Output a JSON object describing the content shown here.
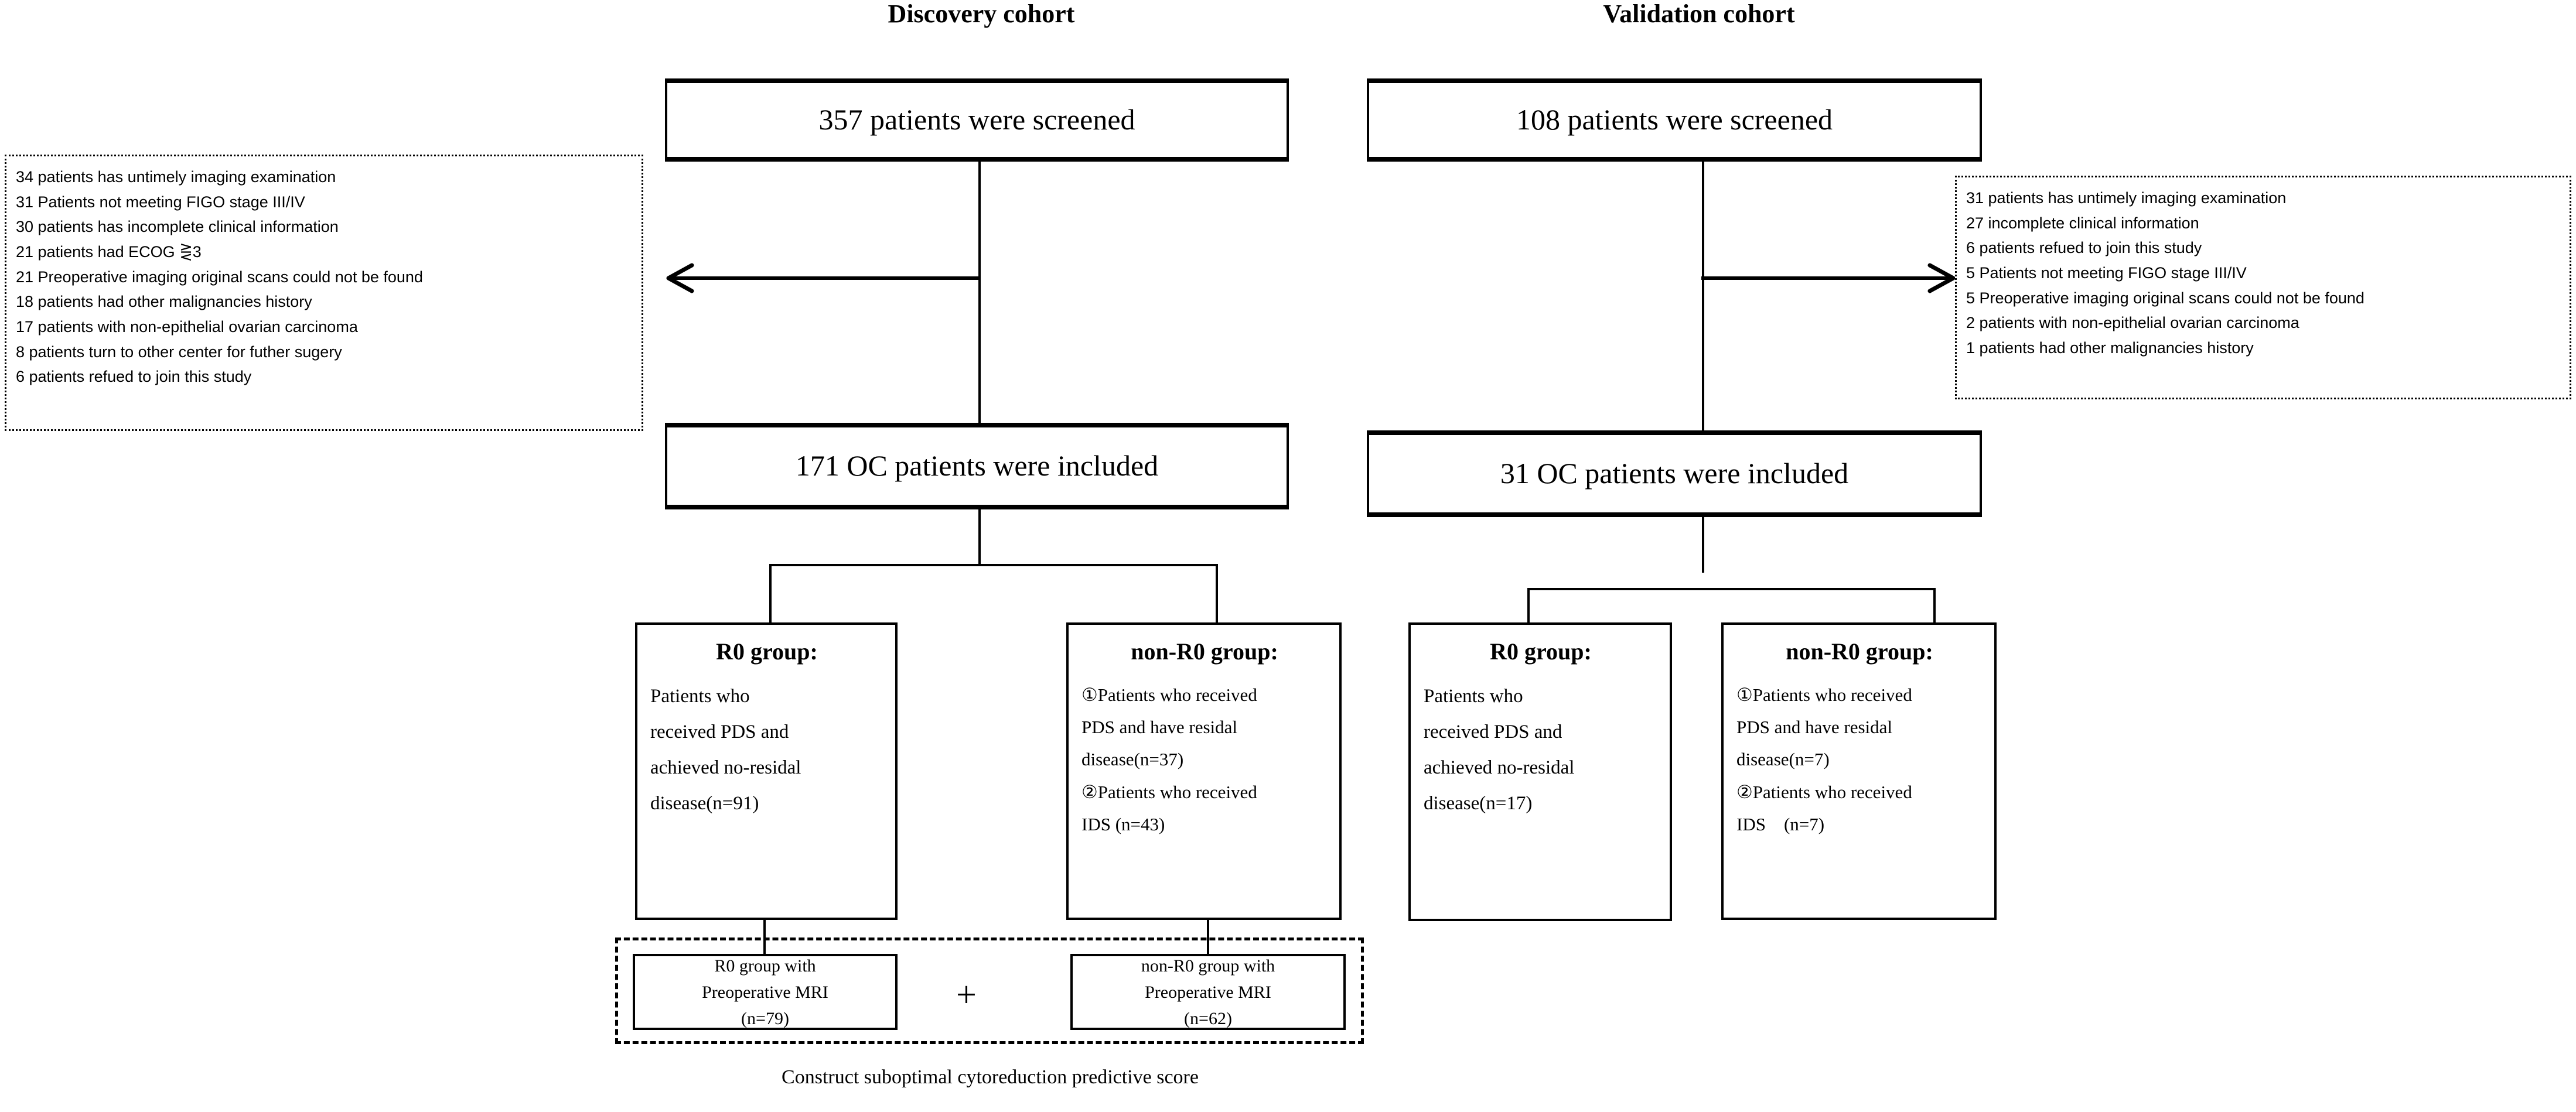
{
  "figure": {
    "type": "study-flow-diagram",
    "caption": "Construct suboptimal cytoreduction predictive score"
  },
  "cohorts": {
    "discovery": {
      "title": "Discovery cohort",
      "screened": "357 patients were screened",
      "included": "171 OC patients were included",
      "exclusions": [
        "34 patients has untimely imaging examination",
        "31 Patients not meeting FIGO stage III/IV",
        "30 patients has incomplete clinical information",
        "21 patients had ECOG ⋛3",
        "21 Preoperative imaging original scans could not be found",
        "18 patients had other malignancies history",
        "17 patients with non-epithelial ovarian carcinoma",
        "8 patients turn to other center for futher sugery",
        "6 patients refued to join this study"
      ],
      "r0_group": {
        "title": "R0 group:",
        "lines": [
          "Patients who",
          "received PDS and",
          "achieved no-residal",
          "disease(n=91)"
        ]
      },
      "non_r0_group": {
        "title": "non-R0 group:",
        "lines": [
          "①Patients who received",
          "PDS and have residal",
          "disease(n=37)",
          "②Patients who received",
          "IDS (n=43)"
        ]
      }
    },
    "validation": {
      "title": "Validation cohort",
      "screened": "108 patients were screened",
      "included": "31 OC patients were included",
      "exclusions": [
        "31 patients has untimely imaging examination",
        "27 incomplete clinical information",
        "6 patients refued to join this study",
        "5 Patients not meeting FIGO stage III/IV",
        "5 Preoperative imaging original scans could not be found",
        "2 patients with non-epithelial ovarian carcinoma",
        "1 patients had other malignancies history"
      ],
      "r0_group": {
        "title": "R0 group:",
        "lines": [
          "Patients who",
          "received PDS and",
          "achieved no-residal",
          "disease(n=17)"
        ]
      },
      "non_r0_group": {
        "title": "non-R0 group:",
        "lines": [
          "①Patients who received",
          "PDS and have residal",
          "disease(n=7)",
          "②Patients who received",
          "IDS　(n=7)"
        ]
      }
    }
  },
  "mri_selection": {
    "r0_mri": {
      "line1": "R0 group with",
      "line2": "Preoperative MRI",
      "line3": "(n=79)"
    },
    "plus": "+",
    "non_r0_mri": {
      "line1": "non-R0 group with",
      "line2": "Preoperative MRI",
      "line3": "(n=62)"
    }
  },
  "icons": {
    "arrow_left": "arrow-left-icon",
    "arrow_right": "arrow-right-icon"
  },
  "colors": {
    "stroke": "#000000",
    "background": "#ffffff"
  }
}
